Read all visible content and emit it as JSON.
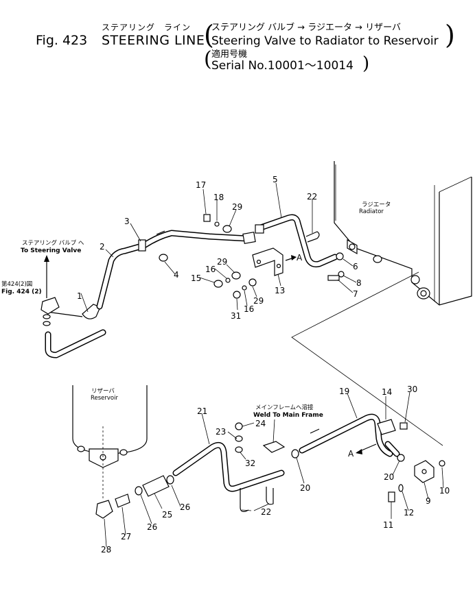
{
  "header": {
    "fig_label": "Fig. 423",
    "title_jp": "ステアリング　ライン",
    "title_en": "STEERING LINE",
    "line1_jp": "ステアリング バルブ → ラジエータ → リザーバ",
    "line2_en": "Steering Valve to Radiator to Reservoir",
    "line3_jp": "適用号機",
    "line4_en": "Serial No.10001～10014"
  },
  "labels": {
    "to_steering_jp": "ステアリング バルブ へ",
    "to_steering_en": "To Steering Valve",
    "fig424_jp": "第424(2)図",
    "fig424_en": "Fig. 424 (2)",
    "radiator_jp": "ラジエータ",
    "radiator_en": "Radiator",
    "reservoir_jp": "リザーバ",
    "reservoir_en": "Reservoir",
    "weld_jp": "メインフレームへ溶接",
    "weld_en": "Weld To Main Frame",
    "arrow_a_upper": "A",
    "arrow_a_lower": "A"
  },
  "part_numbers": {
    "p1": "1",
    "p2": "2",
    "p3": "3",
    "p4": "4",
    "p5": "5",
    "p6": "6",
    "p7": "7",
    "p8": "8",
    "p9": "9",
    "p10": "10",
    "p11": "11",
    "p12": "12",
    "p13": "13",
    "p14": "14",
    "p15": "15",
    "p16a": "16",
    "p16b": "16",
    "p17": "17",
    "p18": "18",
    "p19": "19",
    "p20a": "20",
    "p20b": "20",
    "p21": "21",
    "p22a": "22",
    "p22b": "22",
    "p23": "23",
    "p24": "24",
    "p25": "25",
    "p26a": "26",
    "p26b": "26",
    "p27": "27",
    "p28": "28",
    "p29a": "29",
    "p29b": "29",
    "p29c": "29",
    "p30": "30",
    "p31": "31",
    "p32": "32"
  }
}
